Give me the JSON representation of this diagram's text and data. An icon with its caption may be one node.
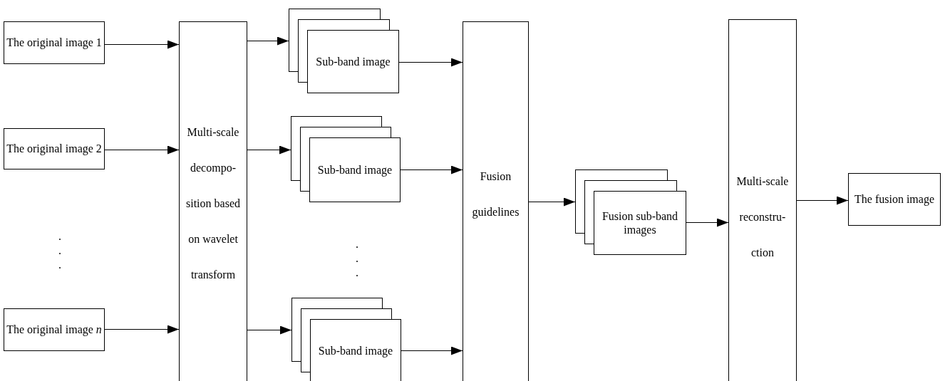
{
  "diagram": {
    "nodes": [
      {
        "text": [
          "The original image 1"
        ]
      },
      {
        "text": [
          "The original image 2"
        ]
      },
      {
        "text": [
          "The original image *n*"
        ]
      },
      {
        "text": [
          "Multi-scale decompo- sition based on wavelet transform"
        ]
      },
      {
        "text": [
          "Sub-band image"
        ]
      },
      {
        "text": [
          "Sub-band image"
        ]
      },
      {
        "text": [
          "Sub-band image"
        ]
      },
      {
        "text": [
          "Fusion guidelines"
        ]
      },
      {
        "text": [
          "Fusion sub-band images"
        ]
      },
      {
        "text": [
          "Multi-scale reconstru- ction"
        ]
      },
      {
        "text": [
          "The fusion image"
        ]
      }
    ],
    "edges": [
      {
        "from": 0,
        "to": 3,
        "arrow": "to"
      },
      {
        "from": 1,
        "to": 3,
        "arrow": "to"
      },
      {
        "from": 2,
        "to": 3,
        "arrow": "to"
      },
      {
        "from": 3,
        "to": 4,
        "arrow": "to"
      },
      {
        "from": 3,
        "to": 5,
        "arrow": "to"
      },
      {
        "from": 3,
        "to": 6,
        "arrow": "to"
      },
      {
        "from": 4,
        "to": 7,
        "arrow": "to"
      },
      {
        "from": 5,
        "to": 7,
        "arrow": "to"
      },
      {
        "from": 6,
        "to": 7,
        "arrow": "to"
      },
      {
        "from": 7,
        "to": 8,
        "arrow": "to"
      },
      {
        "from": 8,
        "to": 9,
        "arrow": "to"
      },
      {
        "from": 9,
        "to": 10,
        "arrow": "to"
      }
    ],
    "labels": [
      ". . .",
      ". . ."
    ]
  }
}
